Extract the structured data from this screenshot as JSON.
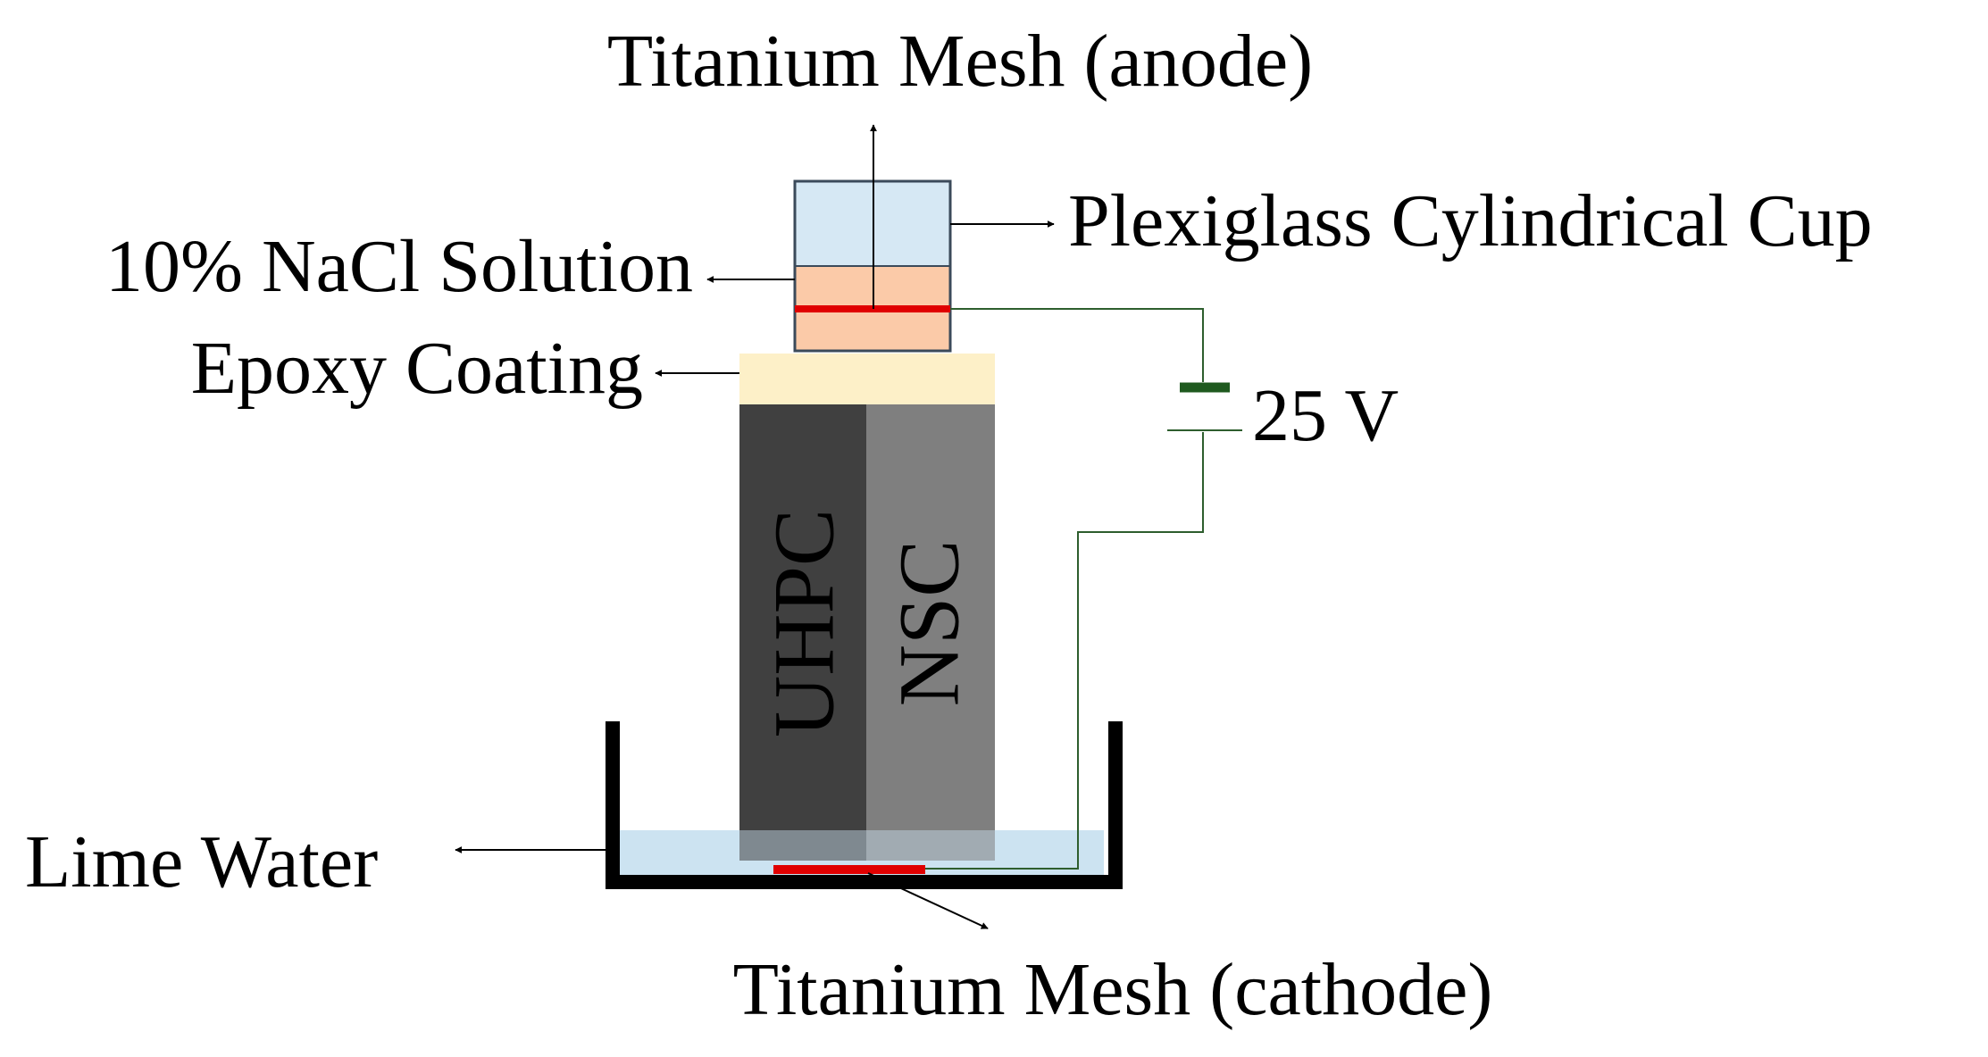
{
  "labels": {
    "anode": "Titanium Mesh (anode)",
    "cup": "Plexiglass Cylindrical Cup",
    "nacl": "10% NaCl Solution",
    "epoxy": "Epoxy Coating",
    "voltage": "25 V",
    "uhpc": "UHPC",
    "nsc": "NSC",
    "lime_water": "Lime Water",
    "cathode": "Titanium Mesh (cathode)"
  },
  "colors": {
    "plexiglass": "#d6e8f4",
    "nacl_solution": "#fbcaa8",
    "epoxy": "#fdf0c8",
    "uhpc": "#404040",
    "nsc": "#7f7f7f",
    "lime_water": "#cce3f1",
    "titanium_mesh": "#e00000",
    "wire": "#2e5e2e",
    "battery": "#1f5a1f",
    "container": "#000000"
  }
}
